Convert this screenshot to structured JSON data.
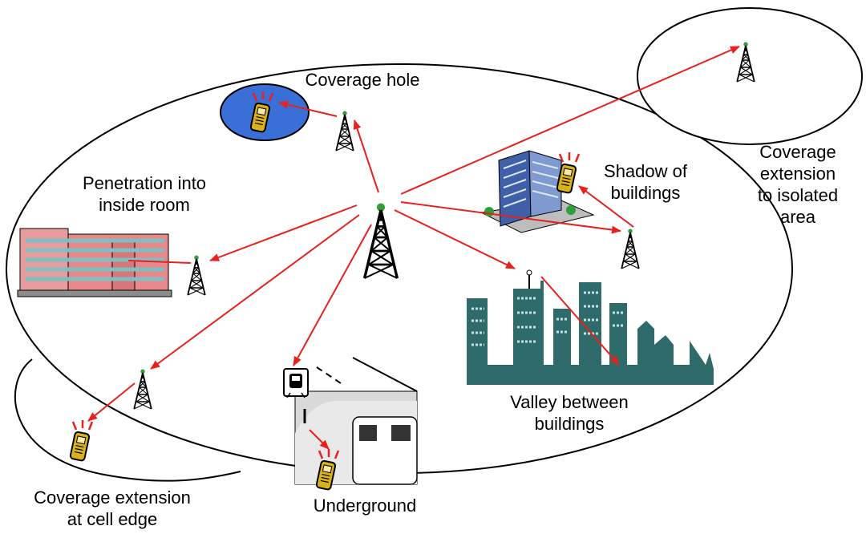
{
  "labels": {
    "coverage_hole": "Coverage hole",
    "penetration": "Penetration into\ninside room",
    "shadow": "Shadow of\nbuildings",
    "isolated": "Coverage\nextension\nto isolated\narea",
    "valley": "Valley between\nbuildings",
    "underground": "Underground",
    "cell_edge": "Coverage extension\nat cell edge"
  },
  "colors": {
    "arrow": "#e8201e",
    "hole_fill": "#3a6fd8",
    "city": "#2e6b6a",
    "building_pink": "#e88888",
    "phone": "#d9b21a",
    "line": "#000000"
  },
  "icons": [
    "antenna-tower-icon",
    "mobile-phone-icon",
    "office-tower-icon",
    "hotel-building-icon",
    "city-skyline-icon",
    "subway-train-icon",
    "train-sign-icon"
  ]
}
